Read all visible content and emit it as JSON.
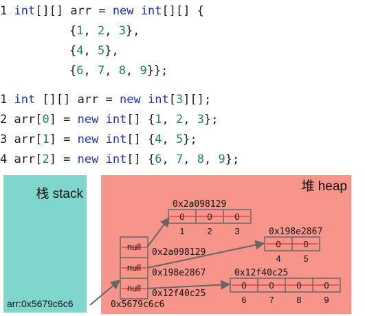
{
  "code_block_1": {
    "line1": {
      "num": "1",
      "kw1": "int",
      "mid": "[][] arr = ",
      "kw2": "new",
      "kw3": "int",
      "end": "[][] {"
    },
    "row1": {
      "open": "{",
      "a": "1",
      "s1": ", ",
      "b": "2",
      "s2": ", ",
      "c": "3",
      "close": "},"
    },
    "row2": {
      "open": "{",
      "a": "4",
      "s1": ", ",
      "b": "5",
      "close": "},"
    },
    "row3": {
      "open": "{",
      "a": "6",
      "s1": ", ",
      "b": "7",
      "s2": ", ",
      "c": "8",
      "s3": ", ",
      "d": "9",
      "close": "}};"
    }
  },
  "code_block_2": {
    "line1": {
      "num": "1",
      "kw1": "int",
      "mid": " [][] arr = ",
      "kw2": "new",
      "kw3": "int",
      "idx_open": "[",
      "size": "3",
      "end": "][];"
    },
    "line2": {
      "num": "2",
      "pre": "arr[",
      "idx": "0",
      "mid": "] = ",
      "kw1": "new",
      "kw2": "int",
      "open": "[] {",
      "a": "1",
      "s1": ", ",
      "b": "2",
      "s2": ", ",
      "c": "3",
      "close": "};"
    },
    "line3": {
      "num": "3",
      "pre": "arr[",
      "idx": "1",
      "mid": "] = ",
      "kw1": "new",
      "kw2": "int",
      "open": "[] {",
      "a": "4",
      "s1": ", ",
      "b": "5",
      "close": "};"
    },
    "line4": {
      "num": "4",
      "pre": "arr[",
      "idx": "2",
      "mid": "] = ",
      "kw1": "new",
      "kw2": "int",
      "open": "[] {",
      "a": "6",
      "s1": ", ",
      "b": "7",
      "s2": ", ",
      "c": "8",
      "s3": ", ",
      "d": "9",
      "close": "};"
    }
  },
  "stack": {
    "title": "栈 stack",
    "var_label": "arr:0x5679c6c6",
    "color": "#7fd6cc"
  },
  "heap": {
    "title": "堆 heap",
    "color": "#f7958a",
    "outer_array": {
      "cells": [
        "null",
        "null",
        "null"
      ],
      "address": "0x5679c6c6",
      "refs": [
        "0x2a098129",
        "0x198e2867",
        "0x12f40c25"
      ]
    },
    "inner_arrays": [
      {
        "address": "0x2a098129",
        "cells": [
          "0",
          "0",
          "0"
        ],
        "values": [
          "1",
          "2",
          "3"
        ]
      },
      {
        "address": "0x198e2867",
        "cells": [
          "0",
          "0"
        ],
        "values": [
          "4",
          "5"
        ]
      },
      {
        "address": "0x12f40c25",
        "cells": [
          "0",
          "0",
          "0",
          "0"
        ],
        "values": [
          "6",
          "7",
          "8",
          "9"
        ]
      }
    ]
  }
}
